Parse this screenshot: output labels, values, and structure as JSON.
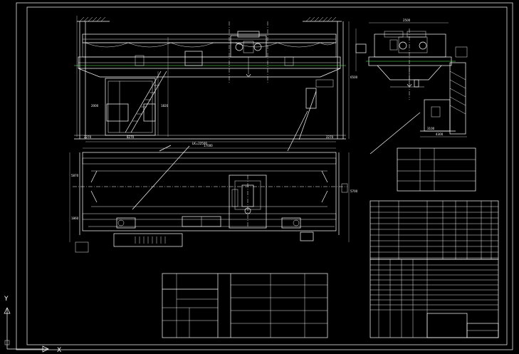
{
  "drawing": {
    "background": "#000000",
    "line_color": "#ffffff",
    "accent_yellow": "#ffff66",
    "accent_green": "#66ff66"
  },
  "labels": {
    "front_span": "LK=22500",
    "front_left": "2270",
    "front_mid": "8270",
    "front_right": "2270",
    "front_height": "6500",
    "front_cab": "2000",
    "front_lift": "1820",
    "side_top": "2500",
    "side_bottom": "4300",
    "side_mid": "3100",
    "plan_left_top": "5870",
    "plan_left_bottom": "1860",
    "plan_top": "17000",
    "plan_right": "5700"
  },
  "ucs": {
    "x_axis": "X",
    "y_axis": "Y"
  }
}
